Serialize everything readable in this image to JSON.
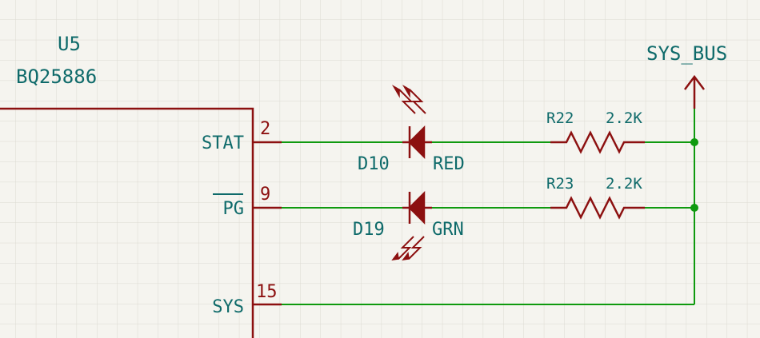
{
  "component": {
    "designator": "U5",
    "part": "BQ25886",
    "pins": [
      {
        "name": "STAT",
        "number": "2"
      },
      {
        "name": "PG",
        "number": "9"
      },
      {
        "name": "SYS",
        "number": "15"
      }
    ]
  },
  "diodes": [
    {
      "ref": "D10",
      "value": "RED"
    },
    {
      "ref": "D19",
      "value": "GRN"
    }
  ],
  "resistors": [
    {
      "ref": "R22",
      "value": "2.2K"
    },
    {
      "ref": "R23",
      "value": "2.2K"
    }
  ],
  "power": {
    "net": "SYS_BUS"
  },
  "colors": {
    "background": "#f5f4ef",
    "grid": "#dcdad2",
    "wire": "#0f9a0f",
    "symbol": "#8c1010",
    "text": "#0e6a6a"
  }
}
